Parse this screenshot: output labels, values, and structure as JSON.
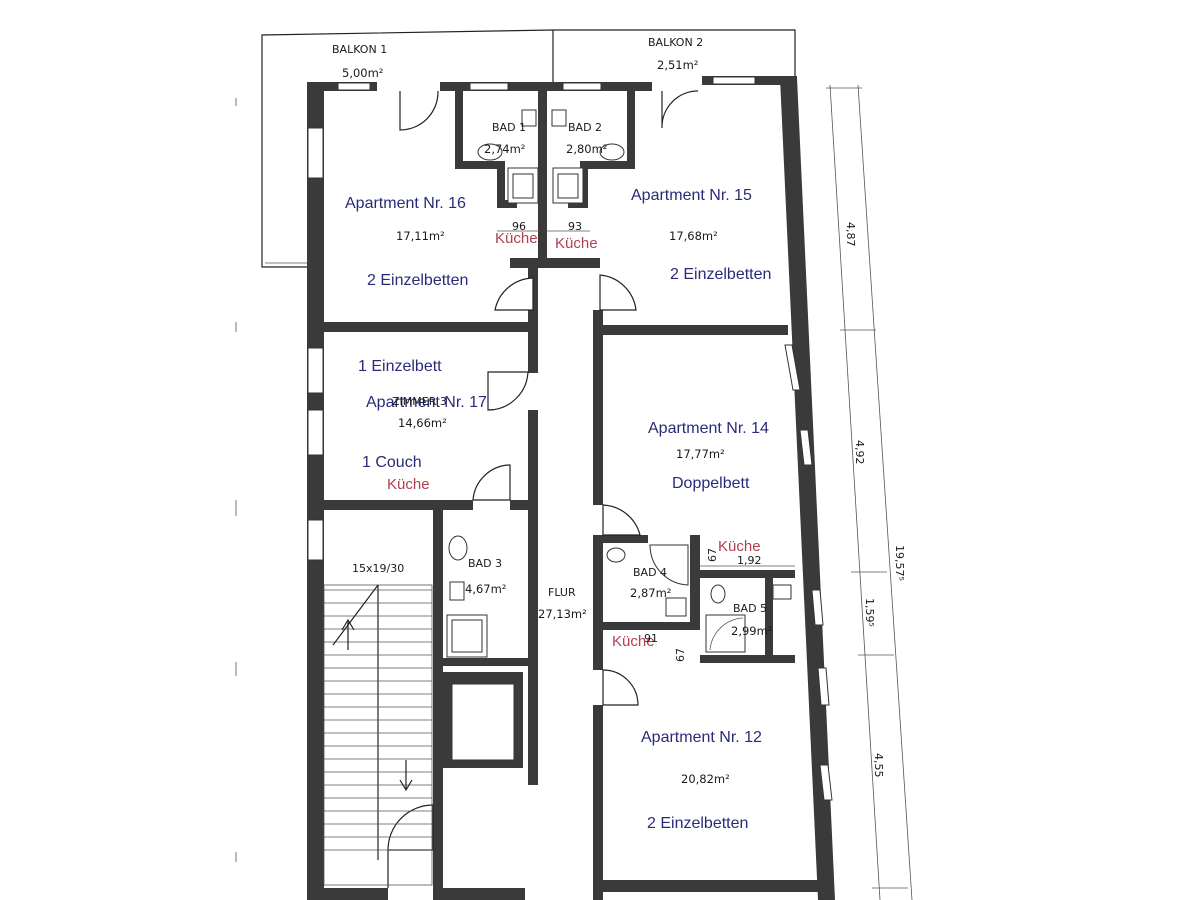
{
  "balconies": [
    {
      "name": "BALKON 1",
      "area": "5,00m²"
    },
    {
      "name": "BALKON 2",
      "area": "2,51m²"
    }
  ],
  "apartments": {
    "a16": {
      "name": "Apartment Nr. 16",
      "area": "17,11m²",
      "beds": "2 Einzelbetten",
      "kitchen": "Küche"
    },
    "a15": {
      "name": "Apartment Nr. 15",
      "area": "17,68m²",
      "beds": "2 Einzelbetten",
      "kitchen": "Küche"
    },
    "a17": {
      "name": "Apartment Nr. 17",
      "overlay": "ZIMMER 3",
      "area": "14,66m²",
      "bed": "1 Einzelbett",
      "couch": "1 Couch",
      "kitchen": "Küche"
    },
    "a14": {
      "name": "Apartment Nr. 14",
      "area": "17,77m²",
      "beds": "Doppelbett",
      "kitchen": "Küche"
    },
    "a12": {
      "name": "Apartment Nr. 12",
      "area": "20,82m²",
      "beds": "2 Einzelbetten",
      "kitchen": "Küche"
    }
  },
  "bathrooms": [
    {
      "name": "BAD 1",
      "area": "2,74m²"
    },
    {
      "name": "BAD 2",
      "area": "2,80m²"
    },
    {
      "name": "BAD 3",
      "area": "4,67m²"
    },
    {
      "name": "BAD 4",
      "area": "2,87m²"
    },
    {
      "name": "BAD 5",
      "area": "2,99m²"
    }
  ],
  "corridor": {
    "name": "FLUR",
    "area": "27,13m²"
  },
  "stairs": {
    "label": "15x19/30"
  },
  "dimensions": {
    "d96": "96",
    "d93": "93",
    "right_487": "4,87",
    "right_492": "4,92",
    "right_159": "1,59⁵",
    "right_455": "4,55",
    "total": "19,57⁵",
    "d192": "1,92",
    "d67a": "67",
    "d67b": "67",
    "d91": "91"
  }
}
